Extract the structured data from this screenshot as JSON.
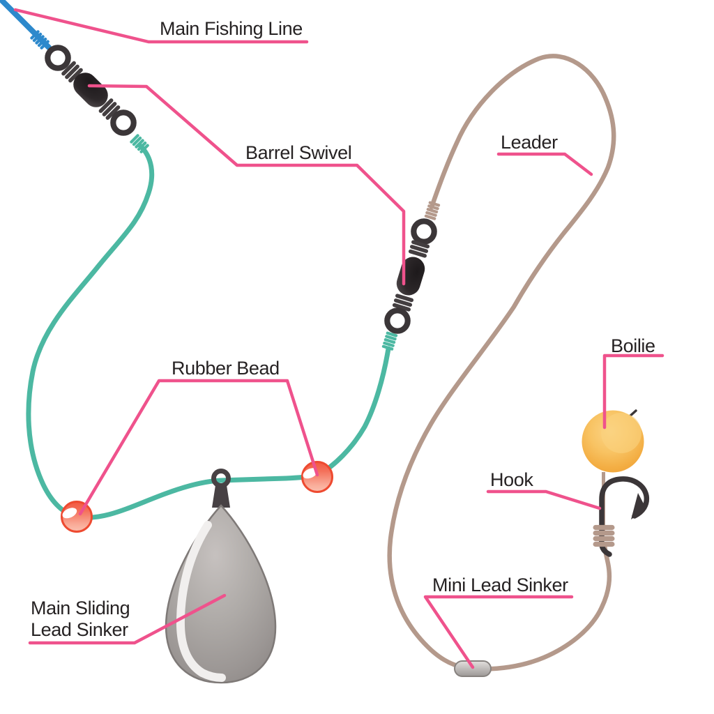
{
  "labels": {
    "main_fishing_line": "Main Fishing Line",
    "barrel_swivel": "Barrel Swivel",
    "leader": "Leader",
    "rubber_bead": "Rubber Bead",
    "boilie": "Boilie",
    "hook": "Hook",
    "mini_lead_sinker": "Mini Lead Sinker",
    "main_sliding_line1": "Main Sliding",
    "main_sliding_line2": "Lead Sinker"
  },
  "colors": {
    "background": "#ffffff",
    "callout_pink": "#ef528c",
    "main_line_blue": "#2d89cc",
    "rig_line_teal": "#4cb8a2",
    "leader_tan": "#b4998b",
    "hardware_dark": "#3b3638",
    "bead_red": "#ee4a30",
    "boilie_yellow": "#f5b44a",
    "sinker_gray": "#a39e9c",
    "label_text": "#262223"
  }
}
